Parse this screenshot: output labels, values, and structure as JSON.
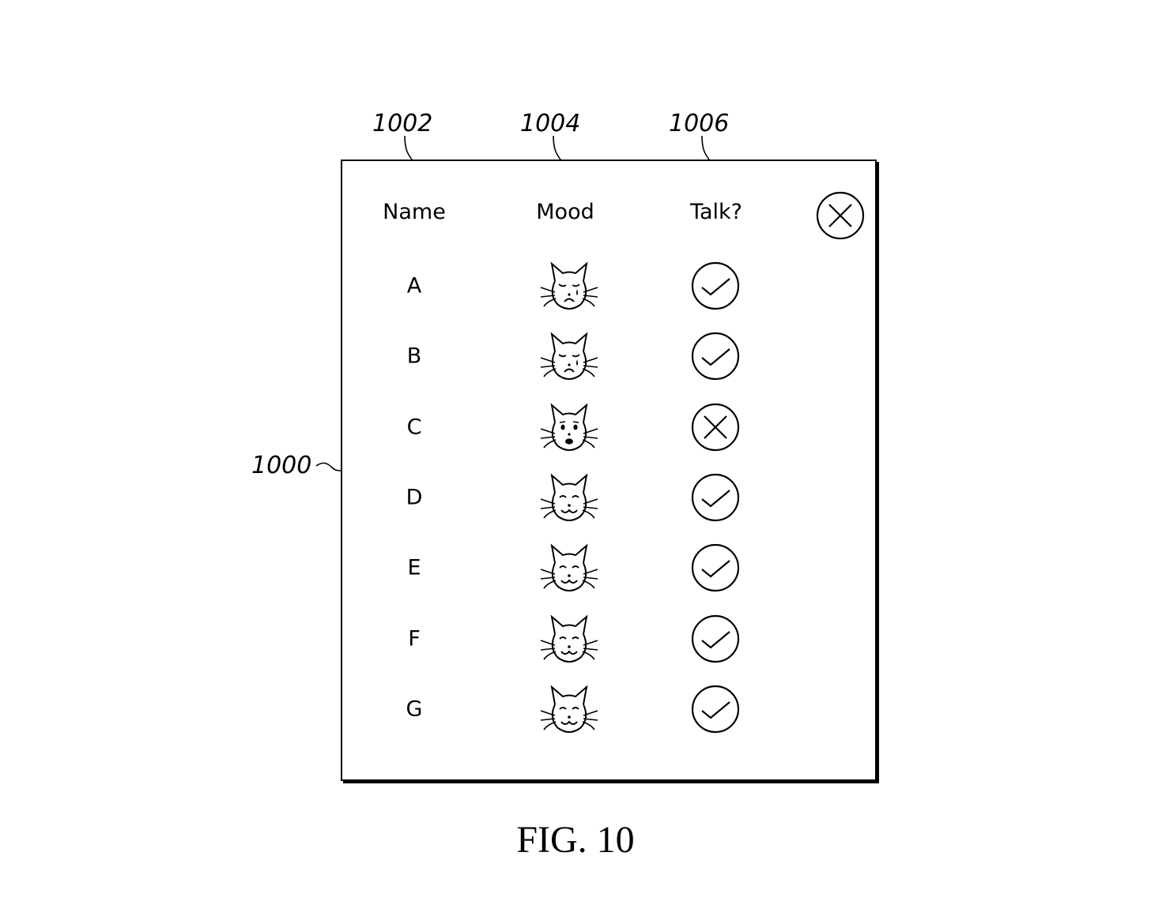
{
  "refs": {
    "r1002": "1002",
    "r1004": "1004",
    "r1006": "1006",
    "r1000": "1000"
  },
  "header": {
    "name": "Name",
    "mood": "Mood",
    "talk": "Talk?"
  },
  "close_icon": "close-circle-x-icon",
  "rows": [
    {
      "name": "A",
      "mood": "sad-tearful",
      "talk": "check"
    },
    {
      "name": "B",
      "mood": "sad-tearful",
      "talk": "check"
    },
    {
      "name": "C",
      "mood": "shocked",
      "talk": "cross"
    },
    {
      "name": "D",
      "mood": "happy",
      "talk": "check"
    },
    {
      "name": "E",
      "mood": "happy",
      "talk": "check"
    },
    {
      "name": "F",
      "mood": "happy",
      "talk": "check"
    },
    {
      "name": "G",
      "mood": "happy",
      "talk": "check"
    }
  ],
  "figure_caption": "FIG. 10"
}
